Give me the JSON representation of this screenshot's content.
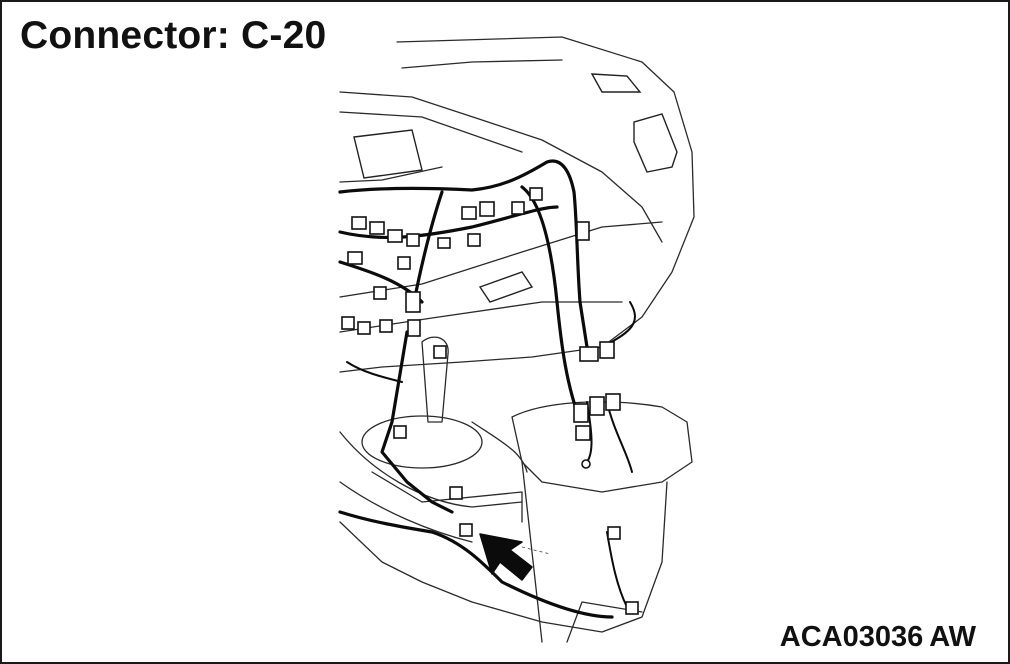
{
  "title": "Connector: C-20",
  "figure_id": {
    "code": "ACA03036",
    "suffix": "AW"
  }
}
